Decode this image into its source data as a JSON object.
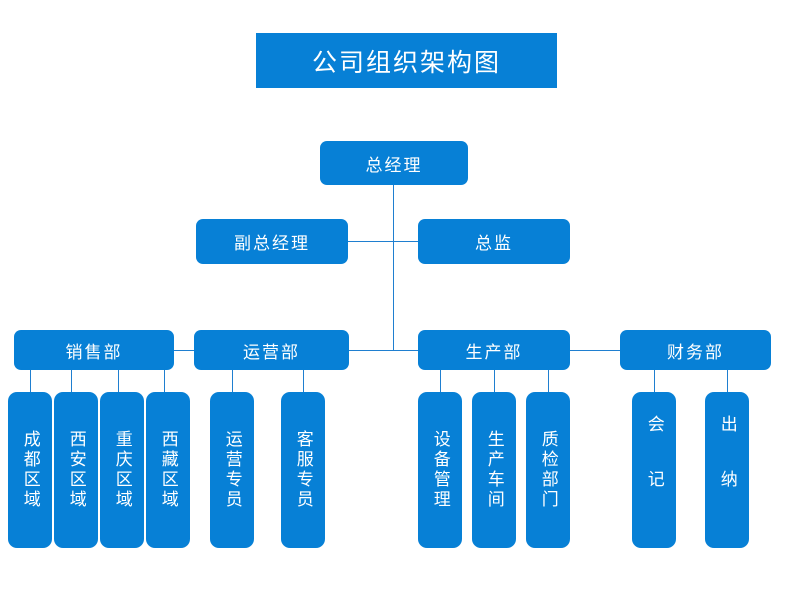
{
  "chart": {
    "title": "公司组织架构图",
    "theme": {
      "node_fill": "#0780d6",
      "node_text": "#ffffff",
      "connector": "#1f7fd0",
      "background": "#ffffff"
    }
  },
  "nodes": {
    "general_manager": "总经理",
    "deputy_general_manager": "副总经理",
    "director": "总监",
    "departments": [
      {
        "label": "销售部"
      },
      {
        "label": "运营部"
      },
      {
        "label": "生产部"
      },
      {
        "label": "财务部"
      }
    ],
    "sales_teams": [
      {
        "label": "成都区域"
      },
      {
        "label": "西安区域"
      },
      {
        "label": "重庆区域"
      },
      {
        "label": "西藏区域"
      }
    ],
    "operations_teams": [
      {
        "label": "运营专员"
      },
      {
        "label": "客服专员"
      }
    ],
    "production_teams": [
      {
        "label": "设备管理"
      },
      {
        "label": "生产车间"
      },
      {
        "label": "质检部门"
      }
    ],
    "finance_teams": [
      {
        "label": "会记"
      },
      {
        "label": "出纳"
      }
    ]
  }
}
